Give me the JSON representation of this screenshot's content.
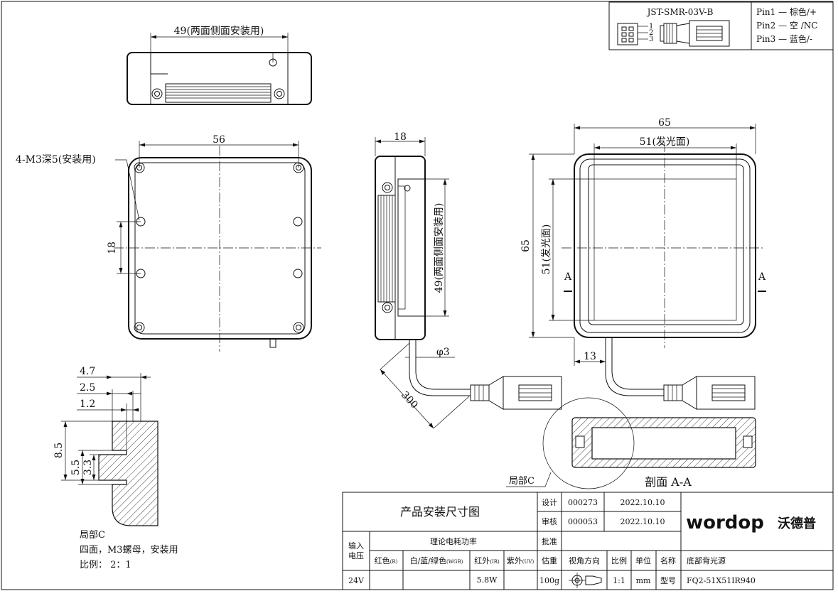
{
  "connector": {
    "model": "JST-SMR-03V-B",
    "pin_numbers": [
      "1",
      "2",
      "3"
    ],
    "pins": [
      "Pin1 — 棕色/+",
      "Pin2 — 空 /NC",
      "Pin3 — 蓝色/-"
    ]
  },
  "dimensions": {
    "top_view_width": "49(两面侧面安装用)",
    "front_width": "56",
    "front_hole_spacing": "18",
    "mount_note": "4-M3深5(安装用)",
    "side_depth": "18",
    "side_mount_length": "49(两面侧面安装用)",
    "cable_dia": "φ3",
    "cable_length": "300",
    "back_width": "65",
    "back_emit_width": "51(发光面)",
    "back_height": "65",
    "back_emit_height": "51(发光面)",
    "cable_offset": "13",
    "section_mark": "A"
  },
  "detail": {
    "dims": [
      "4.7",
      "2.5",
      "1.2",
      "8.5",
      "5.5",
      "3.3"
    ],
    "title": "局部C",
    "note": "四面，M3螺母，安装用",
    "scale": "比例： 2：1",
    "ref_label": "局部C"
  },
  "section": {
    "title": "剖面 A-A"
  },
  "title_block": {
    "drawing_title": "产品安装尺寸图",
    "design_label": "设计",
    "design_code": "000273",
    "design_date": "2022.10.10",
    "review_label": "审核",
    "review_code": "000053",
    "review_date": "2022.10.10",
    "approve_label": "批准",
    "brand_latin": "wordop",
    "brand_cn": "沃德普",
    "input_label_1": "输入",
    "input_label_2": "电压",
    "power_label": "理论电耗功率",
    "red_label": "红色",
    "red_sub": "(R)",
    "wrgb_label": "白/蓝/绿色",
    "wrgb_sub": "(WGB)",
    "ir_label": "红外",
    "ir_sub": "(IR)",
    "uv_label": "紫外",
    "uv_sub": "(UV)",
    "weight_label": "估重",
    "view_label": "视角方向",
    "scale_label": "比例",
    "unit_label": "单位",
    "name_label": "名称",
    "name_value": "底部背光源",
    "voltage_value": "24V",
    "ir_value": "5.8W",
    "weight_value": "100g",
    "scale_value": "1:1",
    "unit_value": "mm",
    "model_label": "型号",
    "model_value": "FQ2-51X51IR940"
  }
}
